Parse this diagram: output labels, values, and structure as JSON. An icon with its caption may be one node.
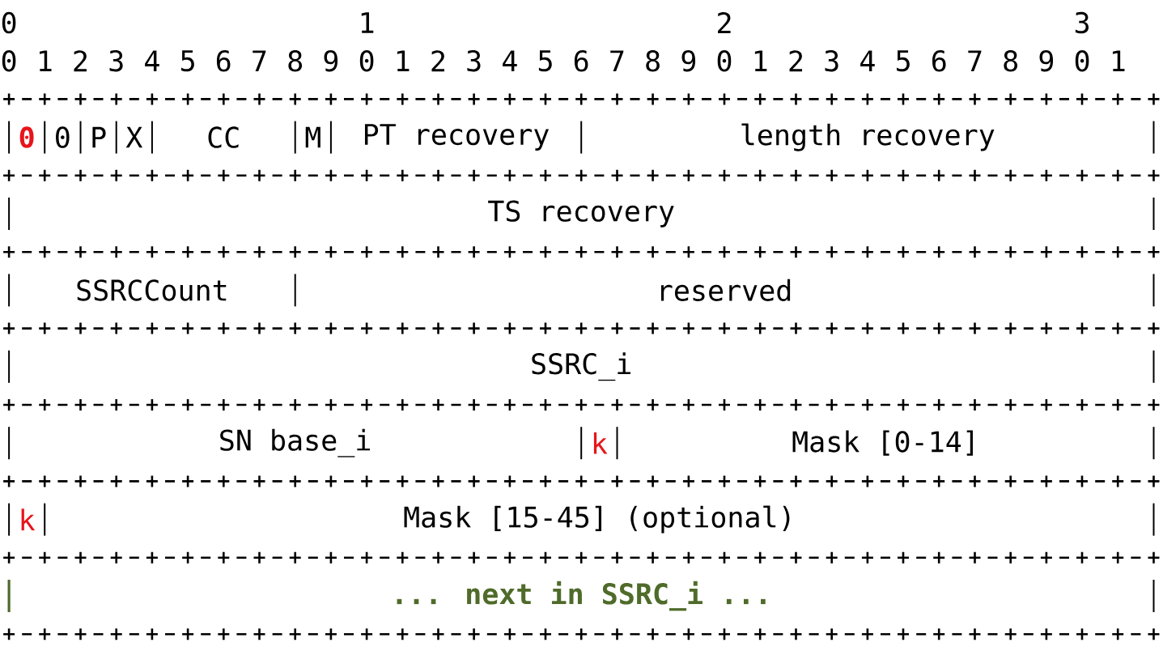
{
  "diagram": {
    "nodes": [
      {
        "text": [
          "0"
        ]
      },
      {
        "text": [
          "0"
        ]
      },
      {
        "text": [
          "P"
        ]
      },
      {
        "text": [
          "X"
        ]
      },
      {
        "text": [
          "CC"
        ]
      },
      {
        "text": [
          "M"
        ]
      },
      {
        "text": [
          "PT recovery"
        ]
      },
      {
        "text": [
          "length recovery"
        ]
      },
      {
        "text": [
          "TS recovery"
        ]
      },
      {
        "text": [
          "SSRCCount"
        ]
      },
      {
        "text": [
          "reserved"
        ]
      },
      {
        "text": [
          "SSRC_i"
        ]
      },
      {
        "text": [
          "SN base_i"
        ]
      },
      {
        "text": [
          "k"
        ]
      },
      {
        "text": [
          "Mask [0-14]"
        ]
      },
      {
        "text": [
          "k"
        ]
      },
      {
        "text": [
          "Mask [15-45] (optional)"
        ]
      },
      {
        "text": [
          "... next in SSRC_i ..."
        ]
      }
    ],
    "labels": [
      "0",
      "1",
      "2",
      "3",
      "0",
      "1",
      "2",
      "3",
      "4",
      "5",
      "6",
      "7",
      "8",
      "9",
      "0",
      "1",
      "2",
      "3",
      "4",
      "5",
      "6",
      "7",
      "8",
      "9",
      "0",
      "1",
      "2",
      "3",
      "4",
      "5",
      "6",
      "7",
      "8",
      "9",
      "0",
      "1"
    ]
  }
}
